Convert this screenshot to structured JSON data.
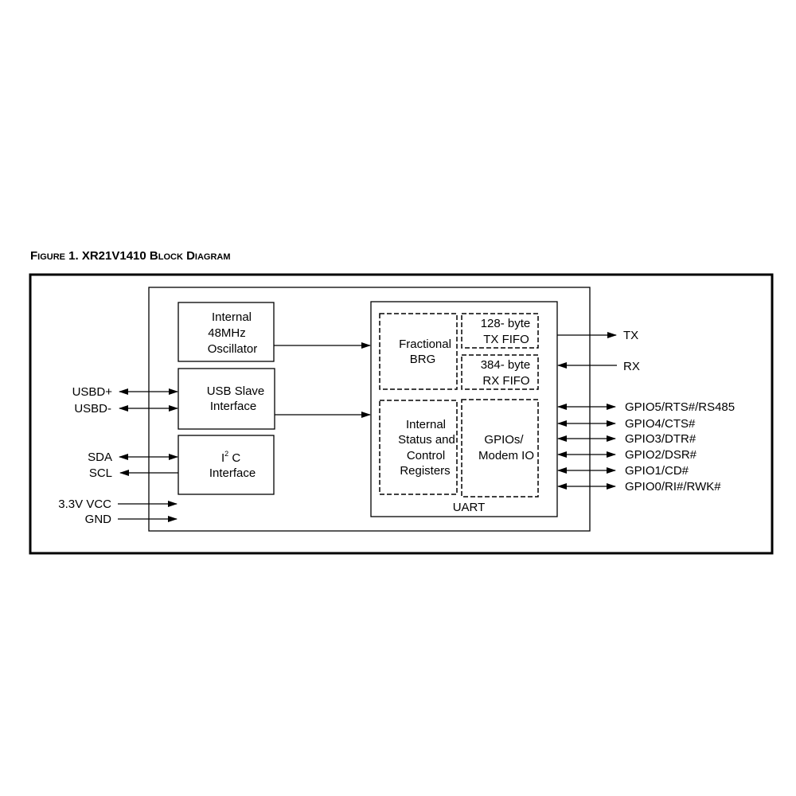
{
  "title": "Figure 1.  XR21V1410 Block Diagram",
  "blocks": {
    "oscillator": [
      "Internal",
      "48MHz",
      "Oscillator"
    ],
    "usb": [
      "USB Slave",
      "Interface"
    ],
    "i2c": {
      "main": "I",
      "sup": "2",
      "rest": " C",
      "line2": "Interface"
    },
    "uart": "UART",
    "brg": [
      "Fractional",
      "BRG"
    ],
    "tx_fifo": [
      "128- byte",
      "TX FIFO"
    ],
    "rx_fifo": [
      "384- byte",
      "RX FIFO"
    ],
    "registers": [
      "Internal",
      "Status and",
      "Control",
      "Registers"
    ],
    "gpios": [
      "GPIOs/",
      "Modem IO"
    ]
  },
  "left_signals": [
    "USBD+",
    "USBD-",
    "SDA",
    "SCL",
    "3.3V VCC",
    "GND"
  ],
  "right_signals": {
    "tx": "TX",
    "rx": "RX",
    "gpio": [
      "GPIO5/RTS#/RS485",
      "GPIO4/CTS#",
      "GPIO3/DTR#",
      "GPIO2/DSR#",
      "GPIO1/CD#",
      "GPIO0/RI#/RWK#"
    ]
  }
}
